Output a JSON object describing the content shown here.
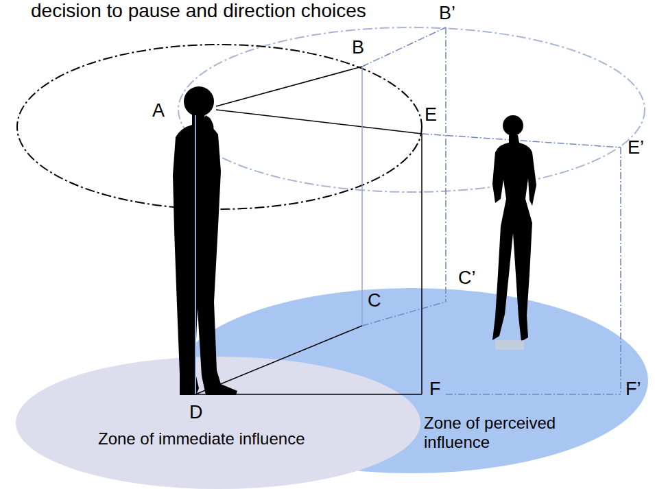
{
  "diagram": {
    "title": "decision to pause and direction choices",
    "nodes": [
      {
        "text": [
          "Zone of immediate influence"
        ]
      },
      {
        "text": [
          "Zone of perceived influence"
        ]
      }
    ],
    "labels": [
      "A",
      "B",
      "E",
      "B’",
      "E’",
      "C",
      "C’",
      "D",
      "F",
      "F’"
    ]
  }
}
